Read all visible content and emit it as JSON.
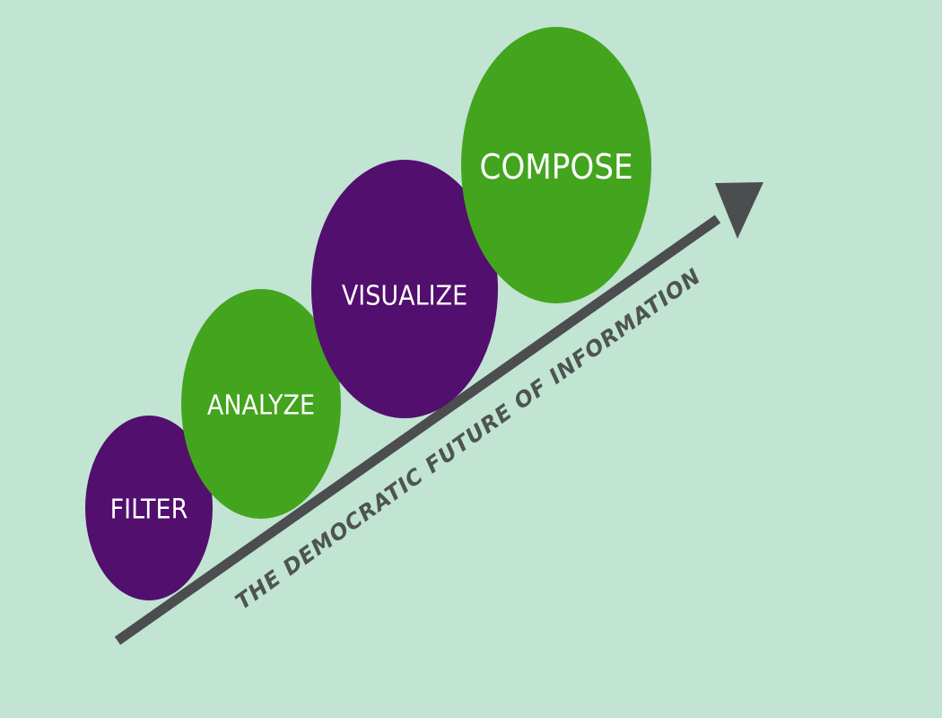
{
  "colors": {
    "background": "#c1e4d3",
    "purple": "#520f6e",
    "green": "#43a41e",
    "arrow": "#4b4d4e",
    "caption": "#4d5453"
  },
  "steps": [
    {
      "label": "FILTER",
      "color": "purple"
    },
    {
      "label": "ANALYZE",
      "color": "green"
    },
    {
      "label": "VISUALIZE",
      "color": "purple"
    },
    {
      "label": "COMPOSE",
      "color": "green"
    }
  ],
  "arrow": {
    "caption": "THE DEMOCRATIC FUTURE OF INFORMATION"
  }
}
